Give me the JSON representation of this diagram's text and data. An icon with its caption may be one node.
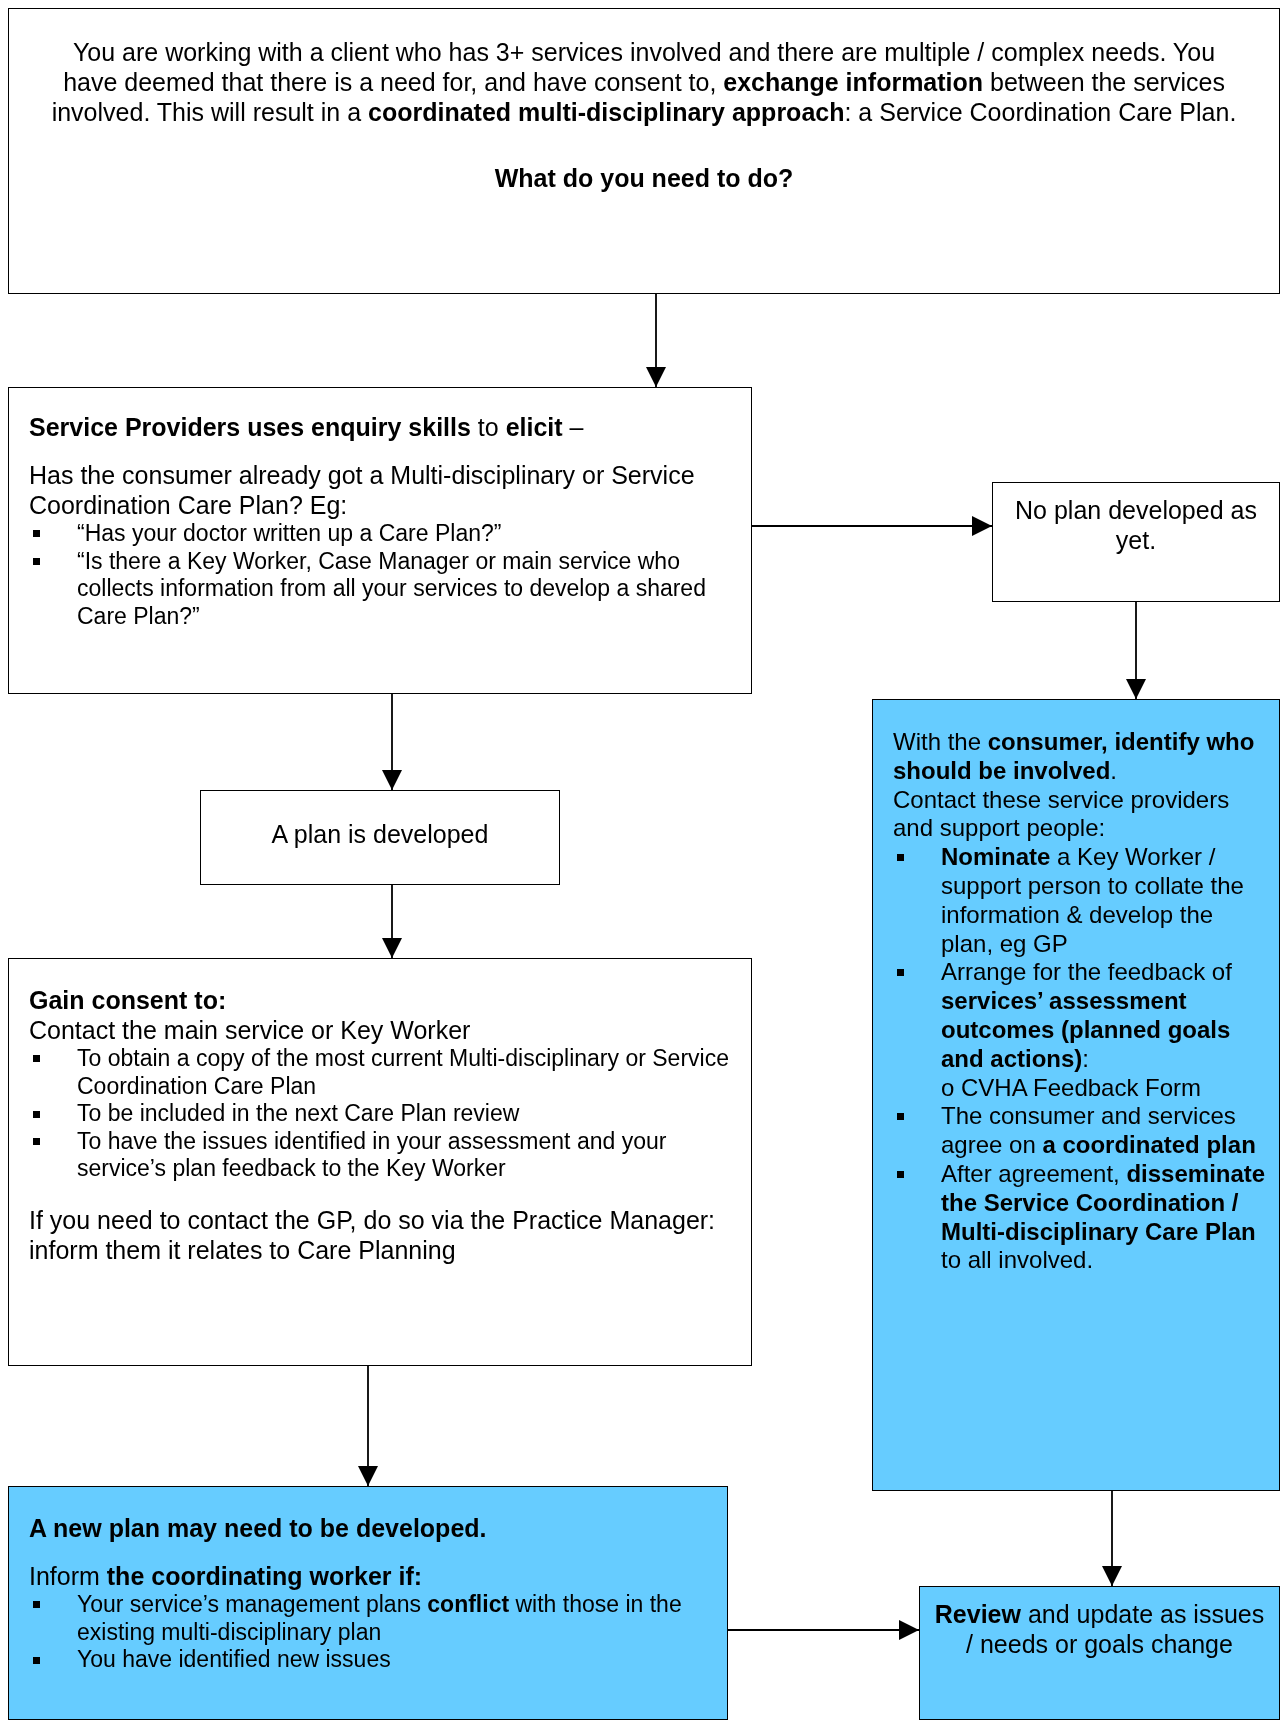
{
  "diagram": {
    "nodes": [
      {
        "text": [
          "You are working with a client who has 3+ services involved and there are multiple / complex needs.  You have deemed that there is a need for, and have consent to, **exchange information** between the services involved.  This will result in a **coordinated multi-disciplinary approach**: a Service Coordination Care Plan.",
          "What do you need to do?"
        ]
      },
      {
        "text": [
          "**Service Providers uses enquiry skills** to **elicit** –",
          "Has the consumer already got a Multi-disciplinary or Service Coordination Care Plan? Eg:",
          "“Has your doctor written up a Care Plan?”",
          "“Is there a Key Worker, Case Manager or main service who collects information from all your services to develop a shared Care Plan?”"
        ]
      },
      {
        "text": [
          "No plan developed as yet."
        ]
      },
      {
        "text": [
          "A plan is developed"
        ]
      },
      {
        "text": [
          "With the **consumer, identify who should be involved**.",
          "Contact these service providers and support people:",
          "**Nominate** a Key Worker / support person to collate the information & develop the plan, eg GP",
          "Arrange for the feedback of **services’ assessment outcomes (planned goals and actions)**:",
          "o CVHA Feedback Form",
          "The consumer and services agree on **a coordinated plan**",
          "After agreement, **disseminate the Service Coordination / Multi-disciplinary Care Plan** to all involved."
        ]
      },
      {
        "text": [
          "Gain consent to:",
          "Contact the main service or Key Worker",
          "To obtain a copy of the most current Multi-disciplinary or Service Coordination Care Plan",
          "To be included in the next Care Plan review",
          "To have the issues identified in your assessment and your service’s plan feedback to the Key Worker",
          "If you need to contact the GP, do so via the Practice Manager: inform them it relates to Care Planning"
        ]
      },
      {
        "text": [
          "A new plan may need to be developed.",
          "Inform **the coordinating worker if:**",
          "Your service’s management plans **conflict** with those in the existing multi-disciplinary plan",
          "You have identified new issues"
        ]
      },
      {
        "text": [
          "**Review** and update as issues / needs or goals change"
        ]
      }
    ],
    "edges": [
      {
        "from": 0,
        "to": 1,
        "arrow": "to"
      },
      {
        "from": 1,
        "to": 2,
        "arrow": "to"
      },
      {
        "from": 1,
        "to": 3,
        "arrow": "to"
      },
      {
        "from": 2,
        "to": 4,
        "arrow": "to"
      },
      {
        "from": 3,
        "to": 5,
        "arrow": "to"
      },
      {
        "from": 5,
        "to": 6,
        "arrow": "to"
      },
      {
        "from": 4,
        "to": 7,
        "arrow": "to"
      },
      {
        "from": 6,
        "to": 7,
        "arrow": "to"
      }
    ]
  }
}
